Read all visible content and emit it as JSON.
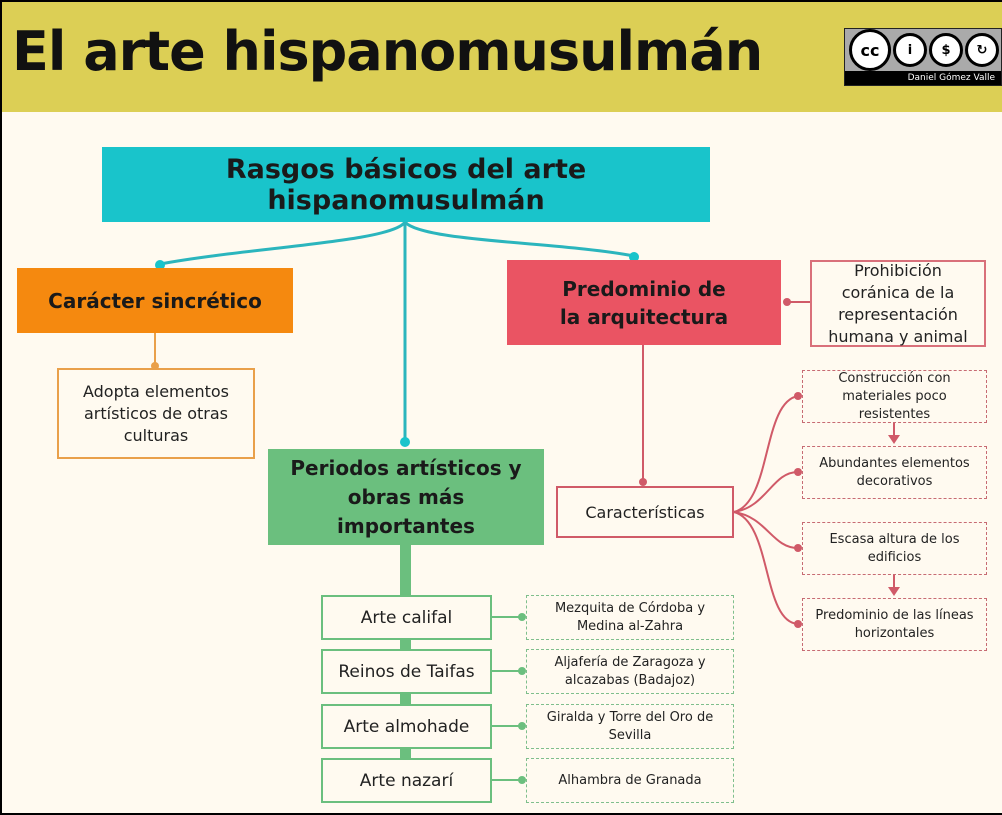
{
  "header": {
    "title": "El arte hispanomusulmán",
    "license": {
      "icons": [
        "cc-icon",
        "by-icon",
        "nc-icon",
        "sa-icon"
      ],
      "icon_glyphs": [
        "cc",
        "i",
        "$",
        "↻"
      ],
      "author": "Daniel Gómez Valle"
    }
  },
  "colors": {
    "header_bg": "#dccf55",
    "page_bg": "#fffaf0",
    "teal": "#19c4cb",
    "orange": "#f5890f",
    "red": "#ea5463",
    "green": "#6bbf7e"
  },
  "diagram": {
    "root": "Rasgos básicos del arte hispanomusulmán",
    "sincretico": {
      "label": "Carácter sincrético",
      "detail": "Adopta elementos artísticos de otras culturas"
    },
    "arquitectura": {
      "label": "Predominio de la arquitectura",
      "detail": "Prohibición coránica de la representación humana y animal",
      "caracteristicas": {
        "label": "Características",
        "items": [
          "Construcción con materiales poco resistentes",
          "Abundantes elementos decorativos",
          "Escasa altura de los edificios",
          "Predominio de las líneas horizontales"
        ]
      }
    },
    "periodos": {
      "label": "Periodos artísticos y obras más importantes",
      "items": [
        {
          "period": "Arte califal",
          "works": "Mezquita de Córdoba y Medina al-Zahra"
        },
        {
          "period": "Reinos de Taifas",
          "works": "Aljafería de Zaragoza y alcazabas (Badajoz)"
        },
        {
          "period": "Arte almohade",
          "works": "Giralda y Torre del Oro de Sevilla"
        },
        {
          "period": "Arte nazarí",
          "works": "Alhambra de Granada"
        }
      ]
    }
  }
}
